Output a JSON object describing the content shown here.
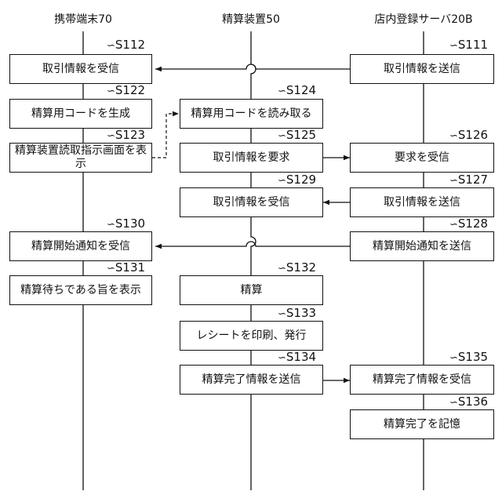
{
  "lanes": {
    "mobile": "携帯端末70",
    "settlement": "精算装置50",
    "server": "店内登録サーバ20B"
  },
  "steps": {
    "s111": {
      "id": "S111",
      "text": "取引情報を送信"
    },
    "s112": {
      "id": "S112",
      "text": "取引情報を受信"
    },
    "s122": {
      "id": "S122",
      "text": "精算用コードを生成"
    },
    "s124": {
      "id": "S124",
      "text": "精算用コードを読み取る"
    },
    "s123": {
      "id": "S123",
      "text": "精算装置読取指示画面を表示"
    },
    "s125": {
      "id": "S125",
      "text": "取引情報を要求"
    },
    "s126": {
      "id": "S126",
      "text": "要求を受信"
    },
    "s129": {
      "id": "S129",
      "text": "取引情報を受信"
    },
    "s127": {
      "id": "S127",
      "text": "取引情報を送信"
    },
    "s130": {
      "id": "S130",
      "text": "精算開始通知を受信"
    },
    "s128": {
      "id": "S128",
      "text": "精算開始通知を送信"
    },
    "s131": {
      "id": "S131",
      "text": "精算待ちである旨を表示"
    },
    "s132": {
      "id": "S132",
      "text": "精算"
    },
    "s133": {
      "id": "S133",
      "text": "レシートを印刷、発行"
    },
    "s134": {
      "id": "S134",
      "text": "精算完了情報を送信"
    },
    "s135": {
      "id": "S135",
      "text": "精算完了情報を受信"
    },
    "s136": {
      "id": "S136",
      "text": "精算完了を記憶"
    }
  }
}
